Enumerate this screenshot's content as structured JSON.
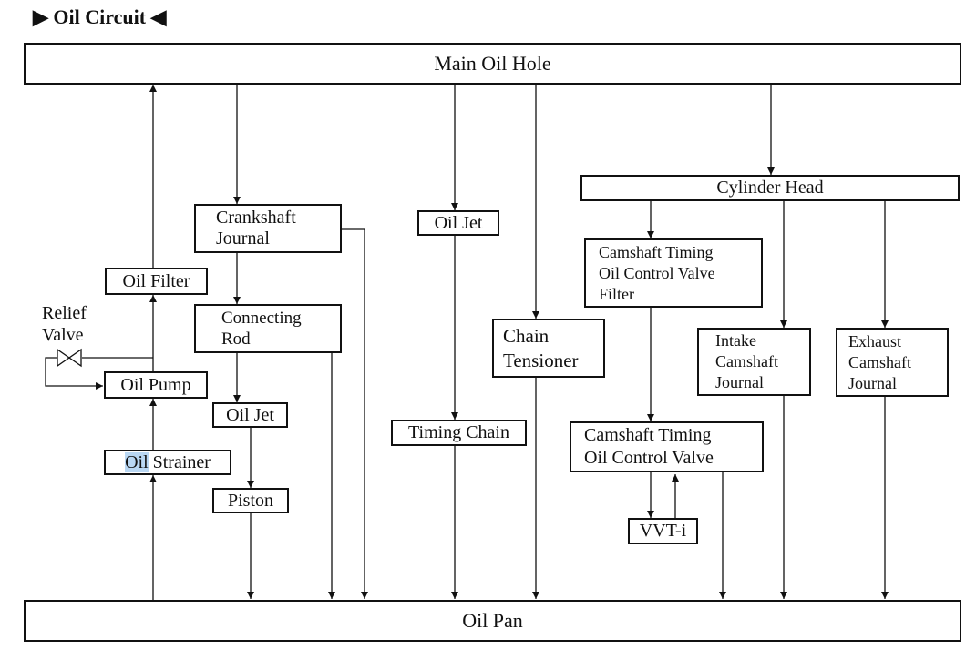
{
  "title": "▶ Oil Circuit ◀",
  "nodes": {
    "main_oil_hole": "Main Oil Hole",
    "oil_pan": "Oil Pan",
    "oil_filter": "Oil Filter",
    "relief_valve": [
      "Relief",
      "Valve"
    ],
    "oil_pump": "Oil Pump",
    "oil_strainer": {
      "highlighted": "Oil",
      "rest": " Strainer"
    },
    "crankshaft_journal": [
      "Crankshaft",
      "Journal"
    ],
    "connecting_rod": [
      "Connecting",
      "Rod"
    ],
    "oil_jet_left": "Oil Jet",
    "piston": "Piston",
    "oil_jet_center": "Oil Jet",
    "timing_chain": "Timing Chain",
    "chain_tensioner": [
      "Chain",
      "Tensioner"
    ],
    "cylinder_head": "Cylinder Head",
    "ocv_filter": [
      "Camshaft Timing",
      "Oil Control Valve",
      "Filter"
    ],
    "intake_camshaft_journal": [
      "Intake",
      "Camshaft",
      "Journal"
    ],
    "exhaust_camshaft_journal": [
      "Exhaust",
      "Camshaft",
      "Journal"
    ],
    "ocv": [
      "Camshaft Timing",
      "Oil Control Valve"
    ],
    "vvt_i": "VVT-i"
  },
  "colors": {
    "line": "#111111",
    "highlight": "#b9d7f3"
  }
}
